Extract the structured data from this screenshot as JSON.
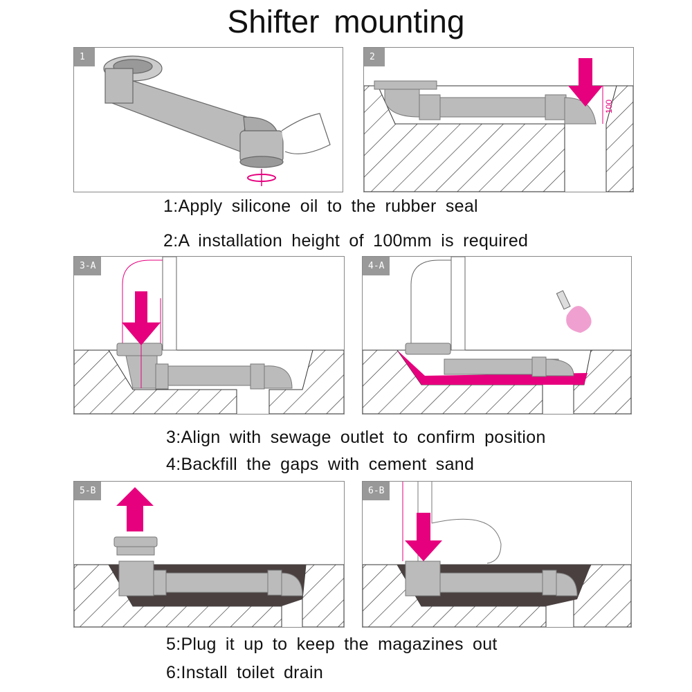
{
  "title": "Shifter mounting",
  "panels": [
    {
      "label": "1"
    },
    {
      "label": "2",
      "dimension": "100"
    },
    {
      "label": "3-A"
    },
    {
      "label": "4-A"
    },
    {
      "label": "5-B"
    },
    {
      "label": "6-B"
    }
  ],
  "captions": [
    "1:Apply silicone oil to the rubber seal",
    "2:A installation height of 100mm is required",
    "3:Align with sewage outlet to confirm position",
    "4:Backfill the gaps with cement sand",
    "5:Plug it up to keep the magazines out",
    "6:Install toilet drain"
  ],
  "colors": {
    "accent": "#e6007e",
    "pipe": "#b8b8b8",
    "fill": "#4a4040"
  }
}
